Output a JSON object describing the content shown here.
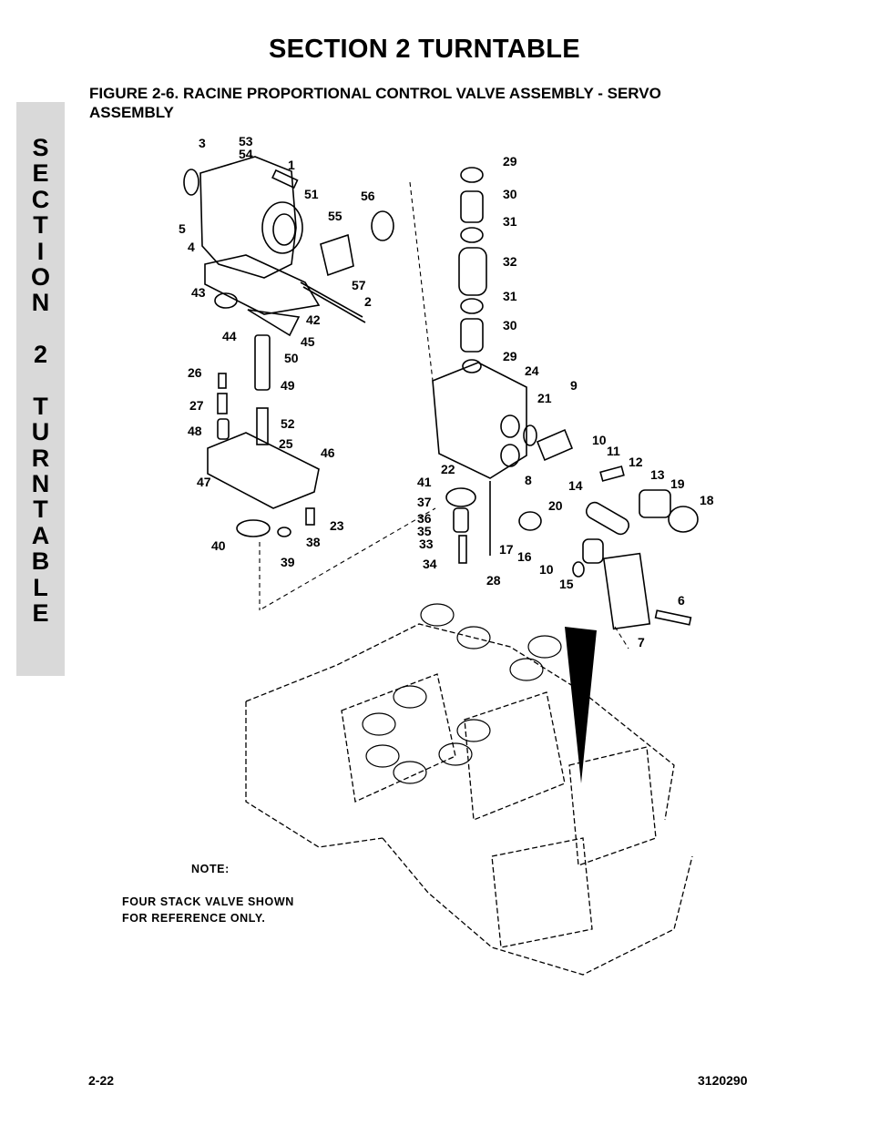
{
  "header": {
    "section_title": "SECTION 2  TURNTABLE",
    "figure_caption": "FIGURE 2-6.    RACINE PROPORTIONAL CONTROL VALVE ASSEMBLY - SERVO ASSEMBLY"
  },
  "side_tab": {
    "letters": [
      "S",
      "E",
      "C",
      "T",
      "I",
      "O",
      "N",
      "",
      "2",
      "",
      "T",
      "U",
      "R",
      "N",
      "T",
      "A",
      "B",
      "L",
      "E"
    ]
  },
  "figure": {
    "callouts": [
      "3",
      "53",
      "54",
      "1",
      "51",
      "56",
      "55",
      "5",
      "4",
      "57",
      "43",
      "2",
      "42",
      "44",
      "45",
      "50",
      "26",
      "49",
      "27",
      "52",
      "48",
      "25",
      "46",
      "47",
      "23",
      "40",
      "38",
      "39",
      "29",
      "30",
      "31",
      "32",
      "31",
      "30",
      "29",
      "24",
      "9",
      "21",
      "10",
      "11",
      "12",
      "13",
      "19",
      "18",
      "22",
      "8",
      "14",
      "41",
      "37",
      "20",
      "36",
      "35",
      "33",
      "17",
      "16",
      "10",
      "15",
      "34",
      "28",
      "6",
      "7"
    ],
    "note_label": "NOTE:",
    "note_lines": [
      "FOUR STACK VALVE SHOWN",
      "FOR  REFERENCE   ONLY."
    ]
  },
  "footer": {
    "page_number": "2-22",
    "document_number": "3120290"
  }
}
